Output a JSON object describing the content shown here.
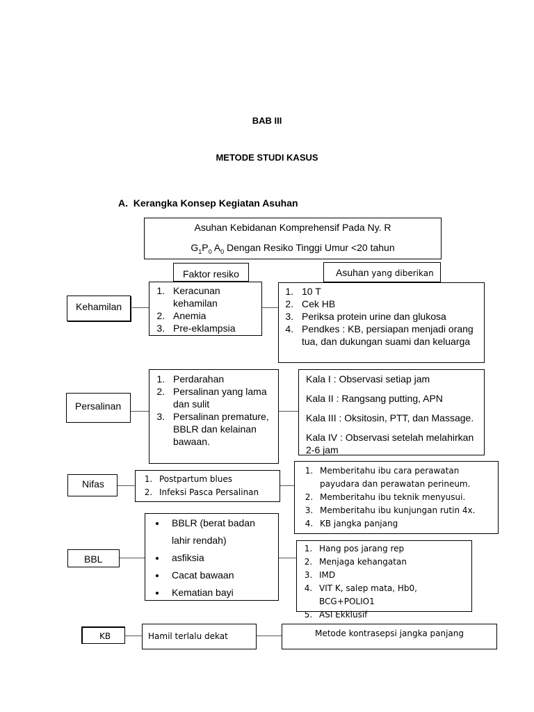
{
  "header": {
    "chapter": "BAB III",
    "title": "METODE STUDI KASUS",
    "section": "A.  Kerangka Konsep Kegiatan Asuhan"
  },
  "top_box": {
    "line1": "Asuhan Kebidanan Komprehensif Pada Ny. R",
    "g": "G",
    "g_sub": "1",
    "p": "P",
    "p_sub": "0",
    "a": " A",
    "a_sub": "0",
    "line2_rest": " Dengan Resiko Tinggi Umur <20 tahun"
  },
  "column_headers": {
    "risk": "Faktor resiko",
    "care_a": "Asuhan",
    "care_b": " yang diberikan"
  },
  "stages": {
    "kehamilan": "Kehamilan",
    "persalinan": "Persalinan",
    "nifas": "Nifas",
    "bbl": "BBL",
    "kb": "KB"
  },
  "risks": {
    "kehamilan": [
      "Keracunan kehamilan",
      "Anemia",
      "Pre-eklampsia"
    ],
    "persalinan": [
      "Perdarahan",
      "Persalinan  yang lama dan sulit",
      "Persalinan premature, BBLR dan kelainan bawaan."
    ],
    "nifas": [
      "Postpartum blues",
      "Infeksi Pasca Persalinan"
    ],
    "bbl": [
      "BBLR  (berat  badan lahir rendah)",
      "asfiksia",
      "Cacat bawaan",
      "Kematian bayi"
    ],
    "kb": "Hamil terlalu dekat"
  },
  "care": {
    "kehamilan": [
      "10 T",
      "Cek HB",
      "Periksa protein urine dan glukosa",
      "Pendkes : KB, persiapan menjadi orang tua, dan dukungan suami dan keluarga"
    ],
    "persalinan": [
      "Kala I : Observasi setiap jam",
      "Kala II : Rangsang putting, APN",
      "Kala III : Oksitosin, PTT, dan Massage.",
      "Kala IV : Observasi setelah melahirkan 2-6 jam"
    ],
    "nifas": [
      "Memberitahu ibu cara perawatan payudara dan perawatan perineum.",
      "Memberitahu ibu teknik menyusui.",
      "Memberitahu ibu kunjungan rutin 4x.",
      "KB jangka panjang"
    ],
    "bbl": [
      "Hang pos jarang rep",
      "Menjaga kehangatan",
      "IMD",
      "VIT K, salep mata, Hb0, BCG+POLIO1",
      "ASI Ekklusif"
    ],
    "kb": "Metode kontrasepsi jangka panjang"
  }
}
